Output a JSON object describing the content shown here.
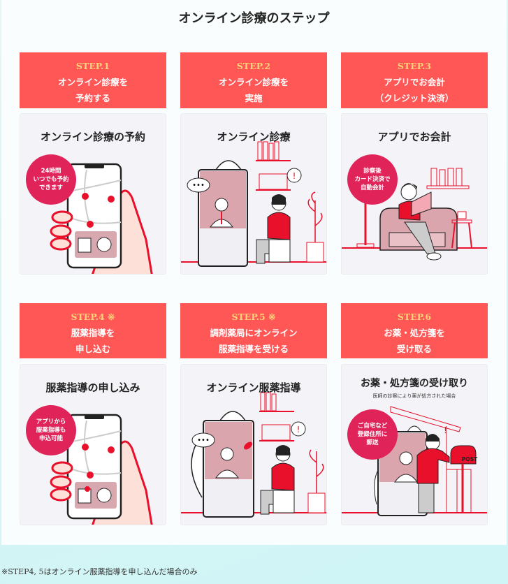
{
  "page": {
    "title": "オンライン診療のステップ",
    "footnote": "※STEP4, 5はオンライン服薬指導を申し込んだ場合のみ"
  },
  "colors": {
    "header_bg": "#ff5656",
    "step_label": "#ffd27a",
    "badge": "#e0245a",
    "accent_red": "#e8102a",
    "card_bg": "#f4f4f8"
  },
  "steps": [
    {
      "label": "STEP.1",
      "lines": [
        "オンライン診療を",
        "予約する"
      ],
      "card_title": "オンライン診療の予約",
      "badge": [
        "24時間",
        "いつでも予約",
        "できます"
      ],
      "illustration": "phone-in-hand-map-hospital-icon"
    },
    {
      "label": "STEP.2",
      "lines": [
        "オンライン診療を",
        "実施"
      ],
      "card_title": "オンライン診療",
      "illustration": "video-call-doctor-icon"
    },
    {
      "label": "STEP.3",
      "lines": [
        "アプリでお会計",
        "（クレジット決済）"
      ],
      "card_title": "アプリでお会計",
      "badge": [
        "診察後",
        "カード決済で",
        "自動会計"
      ],
      "illustration": "person-reading-on-sofa-icon"
    },
    {
      "label": "STEP.4 ※",
      "lines": [
        "服薬指導を",
        "申し込む"
      ],
      "card_title": "服薬指導の申し込み",
      "badge": [
        "アプリから",
        "服薬指導も",
        "申込可能"
      ],
      "illustration": "phone-in-hand-map-pharmacy-icon"
    },
    {
      "label": "STEP.5 ※",
      "lines": [
        "調剤薬局にオンライン",
        "服薬指導を受ける"
      ],
      "card_title": "オンライン服薬指導",
      "illustration": "video-call-pharmacist-icon"
    },
    {
      "label": "STEP.6",
      "lines": [
        "お薬・処方箋を",
        "受け取る"
      ],
      "card_title": "お薬・処方箋の受け取り",
      "card_subtitle": "医師の診察により薬が処方された場合",
      "badge": [
        "ご自宅など",
        "登録住所に",
        "郵送"
      ],
      "mailbox_label": "POST",
      "illustration": "mailbox-delivery-icon"
    }
  ]
}
